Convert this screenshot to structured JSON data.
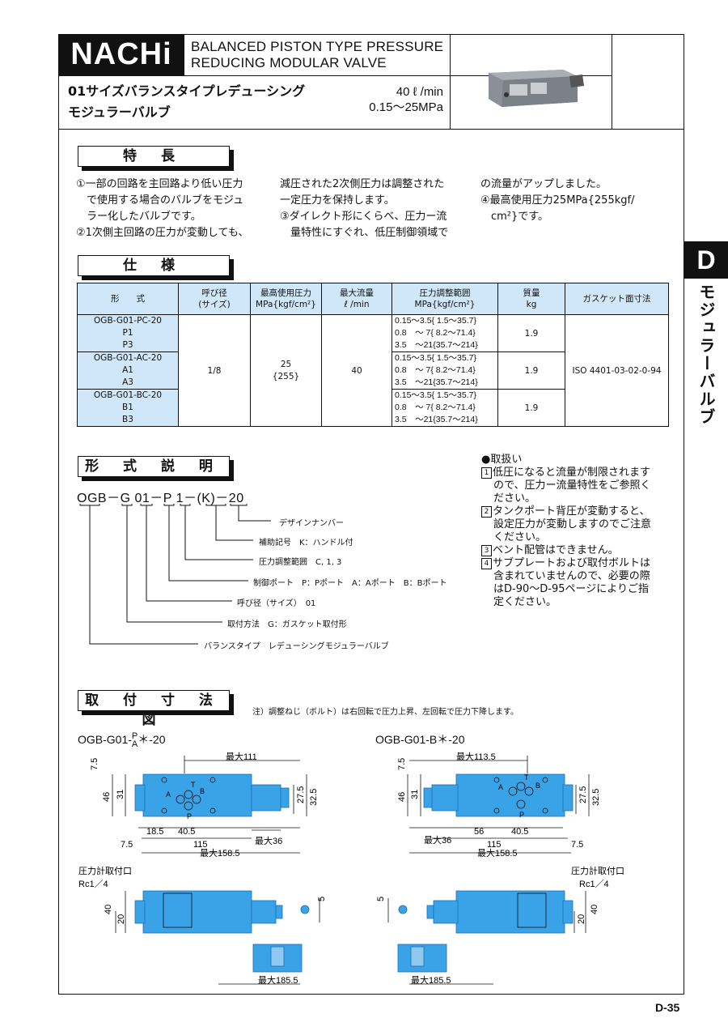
{
  "header": {
    "brand": "NACHi",
    "title_en_1": "BALANCED PISTON TYPE PRESSURE",
    "title_en_2": "REDUCING MODULAR VALVE",
    "title_jp_1": "01サイズバランスタイプレデューシング",
    "title_jp_2": "モジュラーバルブ",
    "flow": "40 ℓ /min",
    "pressure": "0.15～25MPa"
  },
  "side_tab": {
    "letter": "D",
    "label": "モジュラーバルブ"
  },
  "features": {
    "heading": "特 長",
    "col1": [
      "①一部の回路を主回路より低い圧力",
      "　で使用する場合のバルブをモジュ",
      "　ラー化したバルブです。",
      "②1次側主回路の圧力が変動しても、"
    ],
    "col2": [
      "減圧された2次側圧力は調整された",
      "一定圧力を保持します。",
      "③ダイレクト形にくらべ、圧力ー流",
      "　量特性にすぐれ、低圧制御領域で"
    ],
    "col3": [
      "の流量がアップしました。",
      "④最高使用圧力25MPa{255kgf/",
      "　cm²}です。"
    ]
  },
  "spec": {
    "heading": "仕 様",
    "headers": [
      "形　　式",
      "呼び径\n(サイズ)",
      "最高使用圧力\nMPa{kgf/cm²}",
      "最大流量\nℓ /min",
      "圧力調整範囲\nMPa{kgf/cm²}",
      "質量\nkg",
      "ガスケット面寸法"
    ],
    "size": "1/8",
    "max_pressure": "25\n{255}",
    "max_flow": "40",
    "gasket": "ISO 4401-03-02-0-94",
    "rows": [
      {
        "models": [
          "OGB-G01-PC-20",
          "P1",
          "P3"
        ],
        "ranges": [
          "0.15～3.5{ 1.5～35.7}",
          "0.8　～ 7{ 8.2～71.4}",
          "3.5　～21{35.7～214}"
        ],
        "mass": "1.9"
      },
      {
        "models": [
          "OGB-G01-AC-20",
          "A1",
          "A3"
        ],
        "ranges": [
          "0.15～3.5{ 1.5～35.7}",
          "0.8　～ 7{ 8.2～71.4}",
          "3.5　～21{35.7～214}"
        ],
        "mass": "1.9"
      },
      {
        "models": [
          "OGB-G01-BC-20",
          "B1",
          "B3"
        ],
        "ranges": [
          "0.15～3.5{ 1.5～35.7}",
          "0.8　～ 7{ 8.2～71.4}",
          "3.5　～21{35.7～214}"
        ],
        "mass": "1.9"
      }
    ]
  },
  "model_code": {
    "heading": "形 式 説 明",
    "code": "OGB－G 01－P 1－(K)－20",
    "items": [
      "デザインナンバー",
      "補助記号　K：ハンドル付",
      "圧力調整範囲　C, 1, 3",
      "制御ポート　P：Pポート　A：Aポート　B：Bポート",
      "呼び径（サイズ）　01",
      "取付方法　G：ガスケット取付形",
      "バランスタイプ　レデューシングモジュラーバルブ"
    ]
  },
  "handling": {
    "title": "●取扱い",
    "items": [
      {
        "num": "1",
        "lines": [
          "低圧になると流量が制限されます",
          "ので、圧力ー流量特性をご参照く",
          "ださい。"
        ]
      },
      {
        "num": "2",
        "lines": [
          "タンクポート背圧が変動すると、",
          "設定圧力が変動しますのでご注意",
          "ください。"
        ]
      },
      {
        "num": "3",
        "lines": [
          "ベント配管はできません。"
        ]
      },
      {
        "num": "4",
        "lines": [
          "サブプレートおよび取付ボルトは",
          "含まれていませんので、必要の際",
          "はD-90～D-95ページによりご指",
          "定ください。"
        ]
      }
    ]
  },
  "dimensions": {
    "heading": "取 付 寸 法 図",
    "note": "注）調整ねじ（ボルト）は右回転で圧力上昇、左回転で圧力下降します。",
    "left_title": "OGB-G01-",
    "left_title_sup": "P",
    "left_title_sub": "A",
    "left_title_end": "＊-20",
    "right_title": "OGB-G01-B＊-20",
    "left_dims": [
      "最大111",
      "7.5",
      "46",
      "31",
      "27.5",
      "32.5",
      "18.5",
      "40.5",
      "7.5",
      "115",
      "最大36",
      "最大158.5",
      "40",
      "20",
      "5",
      "最大185.5"
    ],
    "right_dims": [
      "最大113.5",
      "7.5",
      "46",
      "31",
      "27.5",
      "32.5",
      "56",
      "40.5",
      "最大36",
      "115",
      "7.5",
      "最大158.5",
      "5",
      "20",
      "40",
      "最大185.5"
    ],
    "port_labels": [
      "T",
      "A",
      "B",
      "P"
    ],
    "gauge_label_1": "圧力計取付口",
    "gauge_label_2": "Rc1／4"
  },
  "page_number": "D-35",
  "colors": {
    "valve_blue": "#3aa3e8",
    "table_header": "#cfe7f8"
  }
}
